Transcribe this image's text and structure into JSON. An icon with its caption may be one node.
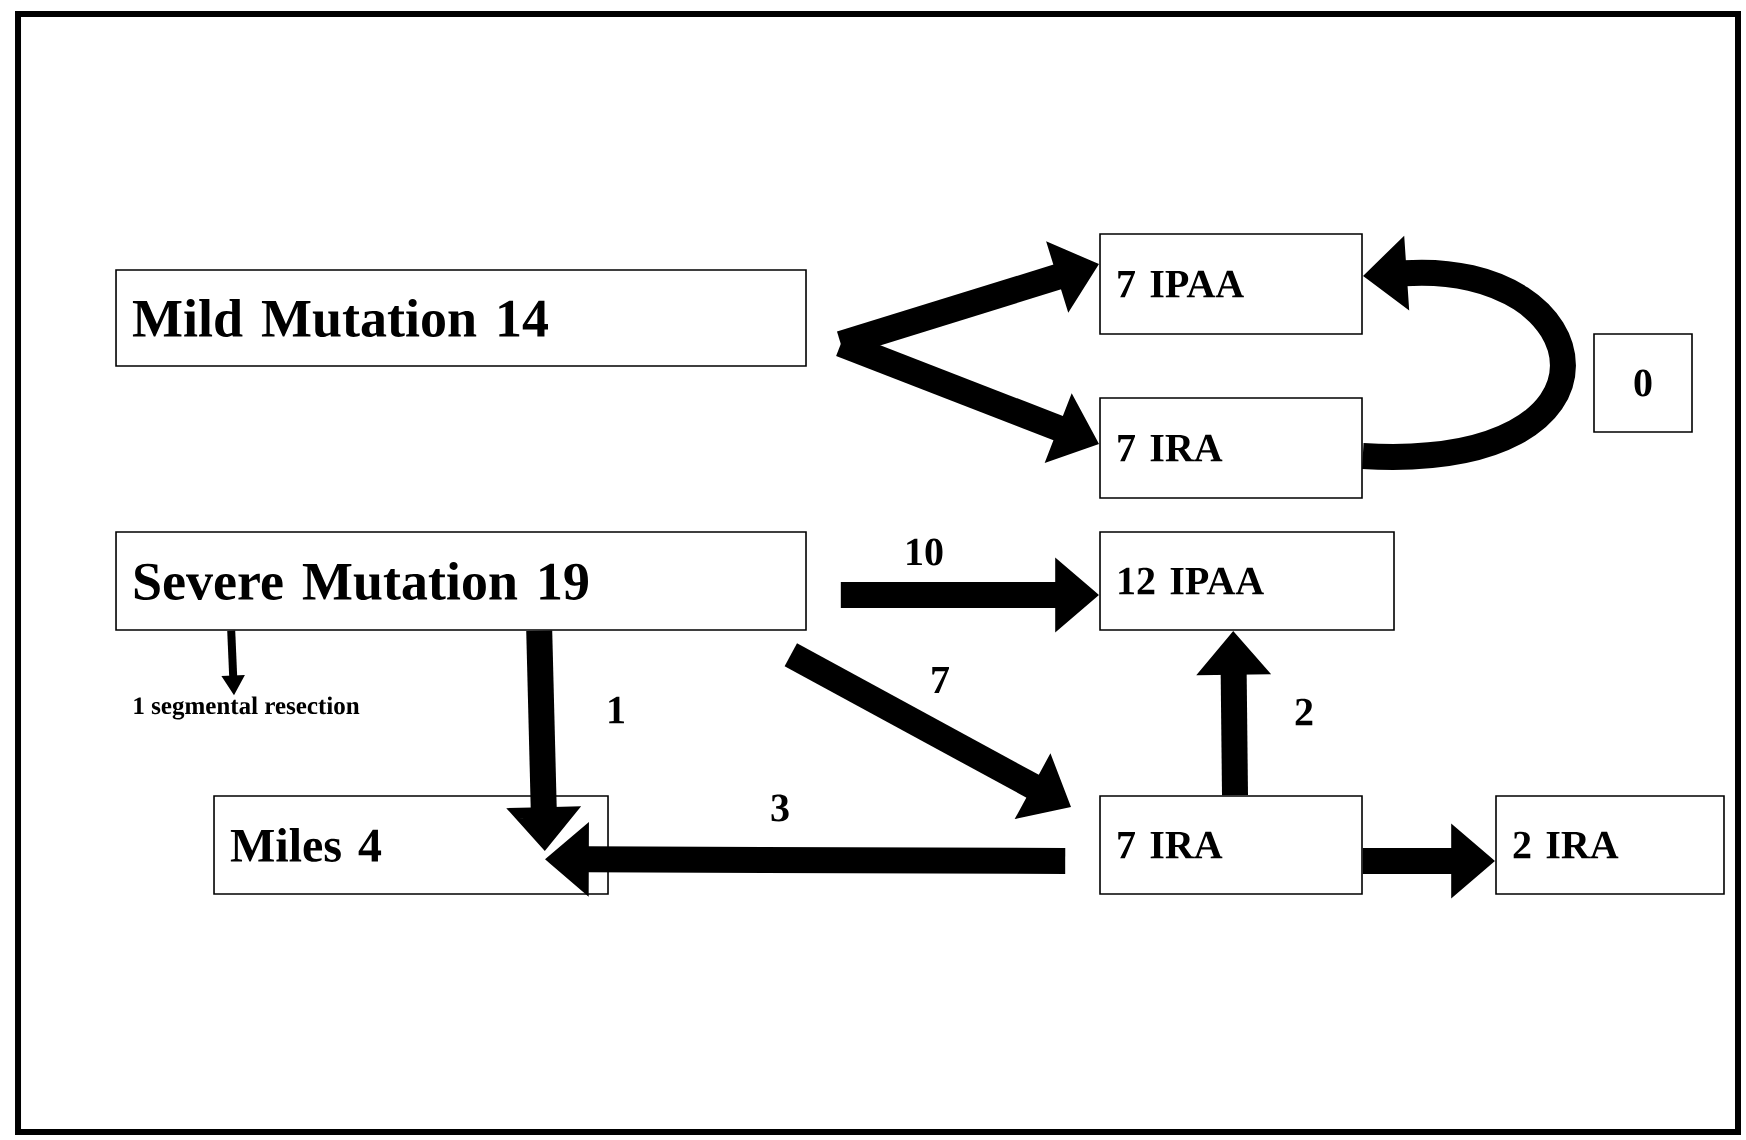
{
  "diagram": {
    "nodes": [
      {
        "text": [
          "Mild Mutation  14"
        ]
      },
      {
        "text": [
          "7 IPAA"
        ]
      },
      {
        "text": [
          "7 IRA"
        ]
      },
      {
        "text": [
          "0"
        ]
      },
      {
        "text": [
          "Severe Mutation  19"
        ]
      },
      {
        "text": [
          "12 IPAA"
        ]
      },
      {
        "text": [
          "1 segmental resection"
        ]
      },
      {
        "text": [
          "Miles 4"
        ]
      },
      {
        "text": [
          "7 IRA"
        ]
      },
      {
        "text": [
          "2 IRA"
        ]
      }
    ],
    "edges": [
      {
        "from": 0,
        "to": 1,
        "arrow": "to"
      },
      {
        "from": 0,
        "to": 2,
        "arrow": "to"
      },
      {
        "from": 2,
        "to": 1,
        "arrow": "to"
      },
      {
        "from": 4,
        "to": 5,
        "arrow": "to",
        "label": "10"
      },
      {
        "from": 4,
        "to": 8,
        "arrow": "to",
        "label": "7"
      },
      {
        "from": 4,
        "to": 7,
        "arrow": "to",
        "label": "1"
      },
      {
        "from": 4,
        "to": 6,
        "arrow": "to"
      },
      {
        "from": 8,
        "to": 5,
        "arrow": "to",
        "label": "2"
      },
      {
        "from": 8,
        "to": 7,
        "arrow": "to",
        "label": "3"
      },
      {
        "from": 8,
        "to": 9,
        "arrow": "to"
      }
    ]
  }
}
